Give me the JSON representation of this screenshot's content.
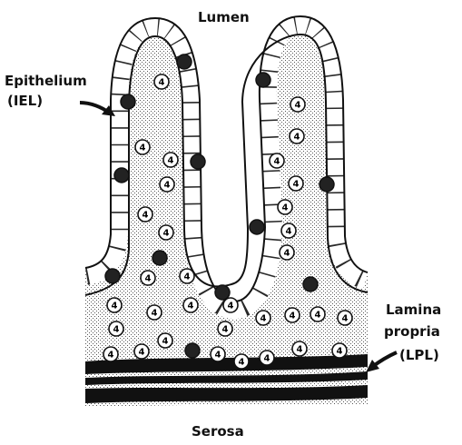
{
  "labels": {
    "top": "Lumen",
    "epithelium_line1": "Epithelium",
    "epithelium_line2": "(IEL)",
    "lamina_line1": "Lamina",
    "lamina_line2": "propria",
    "lamina_line3": "(LPL)",
    "bottom": "Serosa"
  },
  "cell_marker": "4",
  "colors": {
    "outline": "#111111",
    "stipple": "#555555",
    "dark_cell": "#222222",
    "background": "#ffffff"
  }
}
